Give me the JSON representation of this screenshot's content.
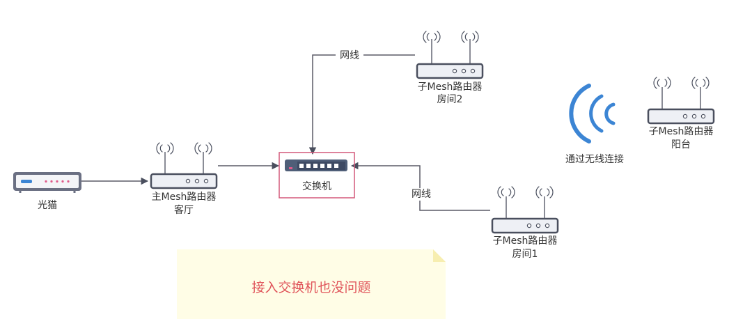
{
  "nodes": {
    "modem": {
      "label": "光猫"
    },
    "main_router": {
      "label": "主Mesh路由器",
      "room": "客厅"
    },
    "switch": {
      "label": "交换机"
    },
    "sub_router_room2": {
      "label": "子Mesh路由器",
      "room": "房间2"
    },
    "sub_router_room1": {
      "label": "子Mesh路由器",
      "room": "房间1"
    },
    "sub_router_balcony": {
      "label": "子Mesh路由器",
      "room": "阳台"
    }
  },
  "edges": {
    "cable_top": "网线",
    "cable_bottom": "网线",
    "wireless": "通过无线连接"
  },
  "note": {
    "text": "接入交换机也没问题"
  },
  "colors": {
    "device_fill": "#eef0f5",
    "device_stroke": "#4a4f5e",
    "antenna": "#4a4f5e",
    "modem_body": "#6b7083",
    "switch_highlight": "#d4587a",
    "wifi_blue": "#3c85d4",
    "note_bg": "#fffde6",
    "note_text": "#e0555b",
    "line": "#5a5a66"
  }
}
